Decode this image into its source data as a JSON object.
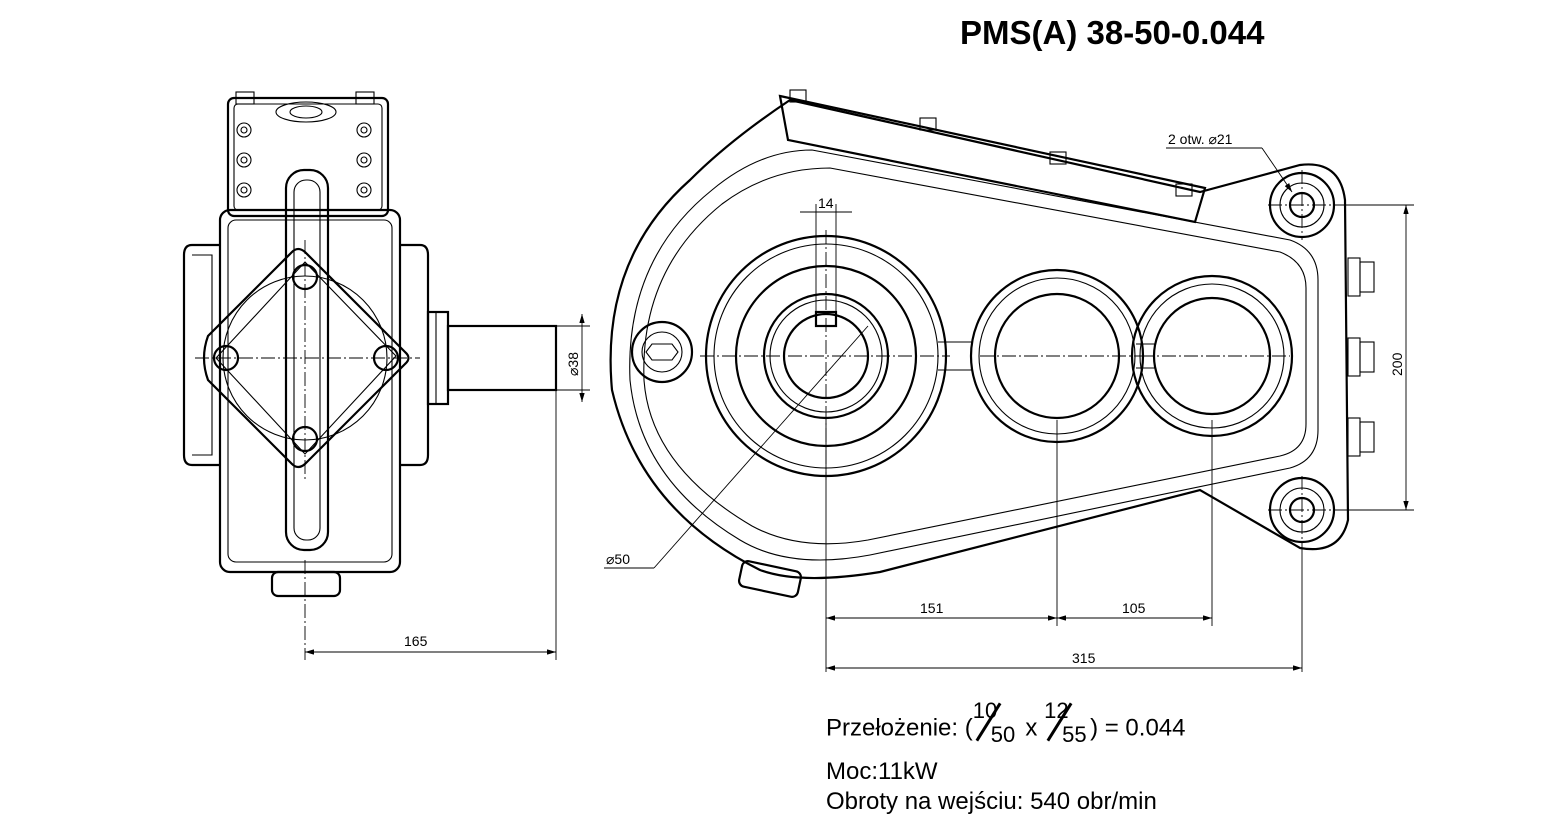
{
  "title": "PMS(A) 38-50-0.044",
  "dimensions": {
    "shaft_dia": "⌀38",
    "side_length": "165",
    "keyway_width": "14",
    "bore_dia": "⌀50",
    "holes": "2 otw. ⌀21",
    "height": "200",
    "dist_1": "151",
    "dist_2": "105",
    "total_length": "315"
  },
  "specs": {
    "ratio_prefix": "Przełożenie: (",
    "ratio_n1": "10",
    "ratio_d1": "50",
    "ratio_x": " x ",
    "ratio_n2": "12",
    "ratio_d2": "55",
    "ratio_result": ") = 0.044",
    "power": "Moc:11kW",
    "input_speed": "Obroty na wejściu: 540 obr/min"
  }
}
